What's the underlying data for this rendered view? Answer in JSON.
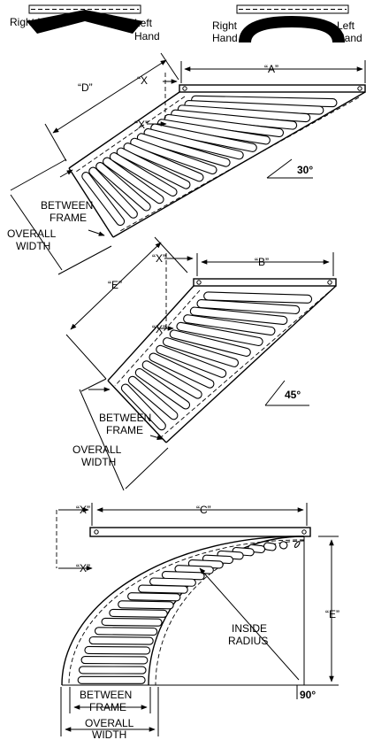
{
  "hand": {
    "straight_right": "Right Hand",
    "straight_left": "Left Hand",
    "curve_right": "Right Hand",
    "curve_left": "Left Hand"
  },
  "deg30": {
    "angle": "30°",
    "dim_a": "“A”",
    "dim_d": "“D”",
    "dim_x_top": "“X",
    "dim_x_mid": "“X”",
    "between_1": "BETWEEN",
    "between_2": "FRAME",
    "overall_1": "OVERALL",
    "overall_2": "WIDTH"
  },
  "deg45": {
    "angle": "45°",
    "dim_b": "“B”",
    "dim_e": "“E”",
    "dim_x_top": "“X”",
    "dim_x_mid": "“X”",
    "between_1": "BETWEEN",
    "between_2": "FRAME",
    "overall_1": "OVERALL",
    "overall_2": "WIDTH"
  },
  "deg90": {
    "angle": "90°",
    "dim_c": "“C”",
    "dim_e": "“E”",
    "dim_x_top": "“X”",
    "dim_x_mid": "“X”",
    "inside_1": "INSIDE",
    "inside_2": "RADIUS",
    "between_1": "BETWEEN",
    "between_2": "FRAME",
    "overall_1": "OVERALL",
    "overall_2": "WIDTH"
  }
}
